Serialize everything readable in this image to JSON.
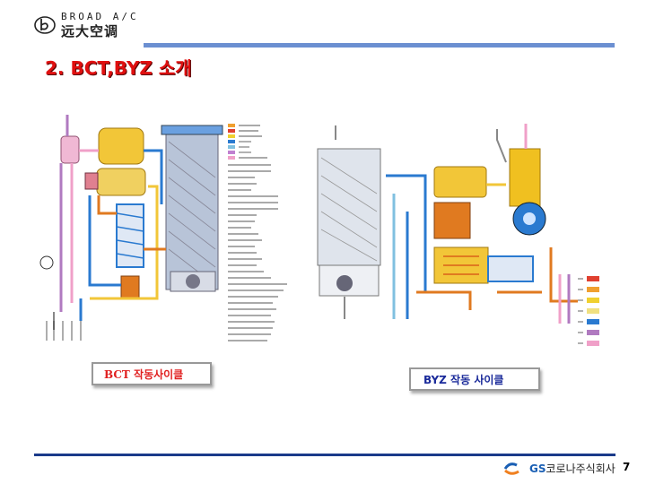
{
  "header": {
    "brand_en": "BROAD A/C",
    "brand_cn": "远大空调"
  },
  "slide": {
    "title": "2. BCT,BYZ 소개"
  },
  "captions": {
    "left": "BCT 작동사이클",
    "right": "BYZ 작동 사이클"
  },
  "footer": {
    "company_gs": "GS",
    "company_rest": "코로나주식회사",
    "page_number": "7"
  },
  "colors": {
    "title": "#e01010",
    "rule": "#6b8fd1",
    "footer_rule": "#1a3a8a",
    "pipe_pink": "#f0a0c8",
    "pipe_blue": "#2a7ad0",
    "pipe_orange": "#e07a20",
    "pipe_yellow": "#f0c020",
    "pipe_purple": "#b07ac0"
  }
}
